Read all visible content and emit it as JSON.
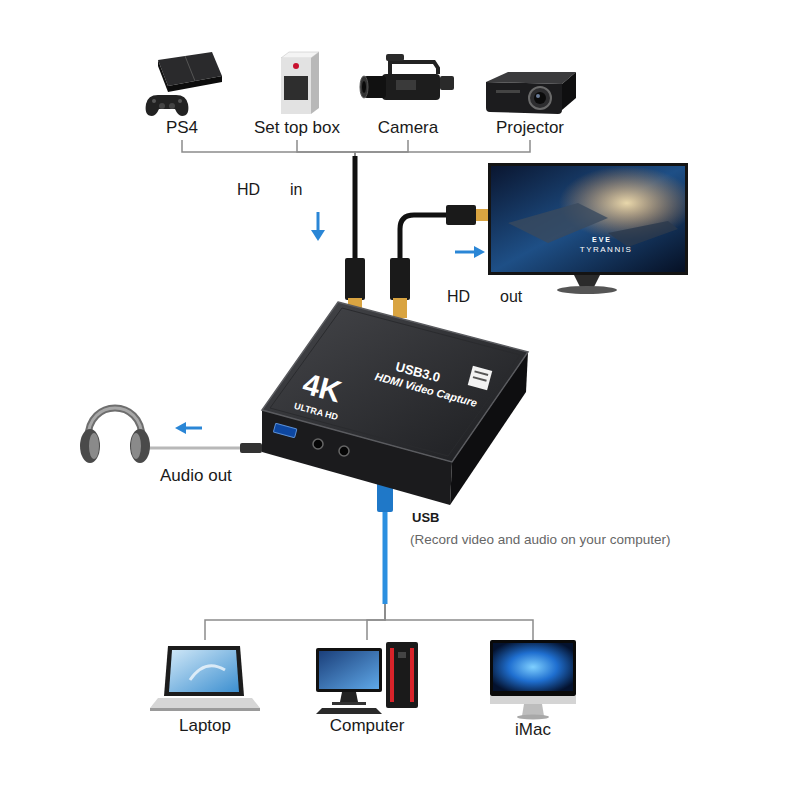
{
  "diagram": {
    "nodes": [
      {
        "text": [
          "PS4"
        ]
      },
      {
        "text": [
          "Set top box"
        ]
      },
      {
        "text": [
          "Camera"
        ]
      },
      {
        "text": [
          "Projector"
        ]
      },
      {
        "text": [
          "USB3.0",
          "HDMI Video Capture",
          "4K",
          "ULTRA HD"
        ]
      },
      {
        "text": [
          "EVE",
          "TYRANNIS"
        ]
      },
      {
        "text": [
          "Audio out"
        ]
      },
      {
        "text": [
          "Laptop"
        ]
      },
      {
        "text": [
          "Computer"
        ]
      },
      {
        "text": [
          "iMac"
        ]
      }
    ],
    "edges": [
      {
        "from": 0,
        "to": 4,
        "arrow": "none"
      },
      {
        "from": 1,
        "to": 4,
        "arrow": "none"
      },
      {
        "from": 2,
        "to": 4,
        "arrow": "none"
      },
      {
        "from": 3,
        "to": 4,
        "arrow": "none"
      },
      {
        "from": 4,
        "to": 5,
        "arrow": "none"
      },
      {
        "from": 4,
        "to": 6,
        "arrow": "none"
      },
      {
        "from": 4,
        "to": 7,
        "arrow": "none"
      },
      {
        "from": 4,
        "to": 8,
        "arrow": "none"
      },
      {
        "from": 4,
        "to": 9,
        "arrow": "none"
      }
    ],
    "labels": [
      "HD",
      "in",
      "HD",
      "out",
      "USB",
      "(Record video and audio on your computer)"
    ]
  }
}
